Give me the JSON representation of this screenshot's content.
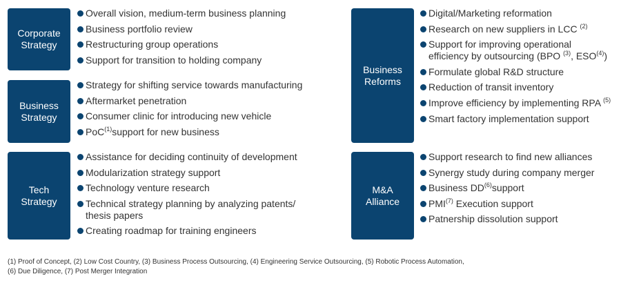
{
  "accent_color": "#0b4470",
  "groups": [
    {
      "title": "Corporate\nStrategy",
      "items": [
        {
          "pre": "Overall vision, medium-term business planning"
        },
        {
          "pre": "Business portfolio review"
        },
        {
          "pre": "Restructuring group operations"
        },
        {
          "pre": "Support for transition to holding company"
        }
      ]
    },
    {
      "title": "Business\nStrategy",
      "items": [
        {
          "pre": "Strategy for shifting service towards manufacturing"
        },
        {
          "pre": "Aftermarket penetration"
        },
        {
          "pre": "Consumer clinic for introducing new vehicle"
        },
        {
          "pre": "PoC",
          "sup": "(1)",
          "post": "support for new business"
        }
      ]
    },
    {
      "title": "Tech\nStrategy",
      "items": [
        {
          "pre": "Assistance for deciding continuity of development"
        },
        {
          "pre": "Modularization strategy support"
        },
        {
          "pre": "Technology venture research"
        },
        {
          "pre": "Technical strategy planning by analyzing patents/\nthesis papers"
        },
        {
          "pre": "Creating roadmap for training engineers"
        }
      ]
    },
    {
      "title": "Business\nReforms",
      "items": [
        {
          "pre": "Digital/Marketing reformation"
        },
        {
          "pre": "Research on new suppliers in LCC ",
          "sup": "(2)"
        },
        {
          "pre": "Support for improving operational\nefficiency by outsourcing (BPO ",
          "sup": "(3)",
          "post": ", ESO",
          "sup2": "(4)",
          "post2": ")"
        },
        {
          "pre": "Formulate global R&D structure"
        },
        {
          "pre": "Reduction of transit inventory"
        },
        {
          "pre": "Improve efficiency by implementing RPA ",
          "sup": "(5)"
        },
        {
          "pre": "Smart factory implementation support"
        }
      ]
    },
    {
      "title": "M&A\nAlliance",
      "items": [
        {
          "pre": "Support research to find new alliances"
        },
        {
          "pre": "Synergy study during company merger"
        },
        {
          "pre": "Business DD",
          "sup": "(6)",
          "post": "support"
        },
        {
          "pre": "PMI",
          "sup": "(7)",
          "post": " Execution support"
        },
        {
          "pre": "Patnership dissolution support"
        }
      ]
    }
  ],
  "footnote": "(1) Proof of Concept, (2) Low Cost Country, (3) Business Process Outsourcing, (4) Engineering Service Outsourcing, (5) Robotic Process Automation,\n(6) Due Diligence, (7) Post Merger Integration"
}
